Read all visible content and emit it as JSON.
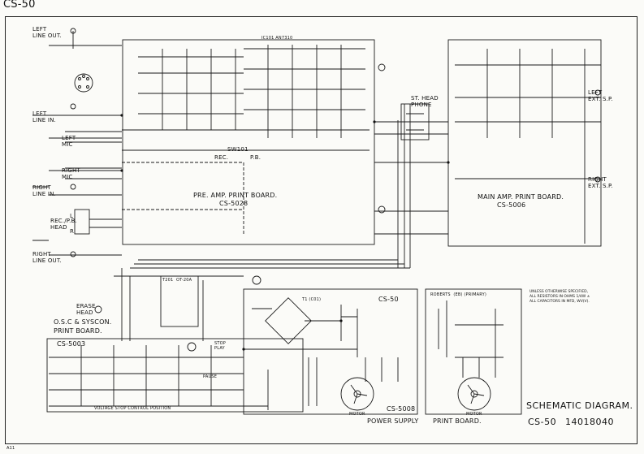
{
  "header": {
    "model_label": "CS-50"
  },
  "title_block": {
    "title": "SCHEMATIC DIAGRAM.",
    "model": "CS-50",
    "drawing_number": "14018040"
  },
  "boards": {
    "pre_amp": {
      "label": "PRE. AMP. PRINT BOARD.",
      "code": "CS-5028"
    },
    "main_amp": {
      "label": "MAIN AMP. PRINT BOARD.",
      "code": "CS-5006"
    },
    "osc_syscon": {
      "label": "O.S.C & SYSCON.",
      "label2": "PRINT BOARD.",
      "code": "CS-5003"
    },
    "power_supply": {
      "label": "POWER SUPPLY",
      "label2": "PRINT BOARD.",
      "code": "CS-5008",
      "tag": "CS-50"
    }
  },
  "connectors": {
    "left_line_out": "LEFT\nLINE OUT.",
    "left_line_in": "LEFT\nLINE IN.",
    "left_mic": "LEFT\nMIC",
    "right_mic": "RIGHT\nMIC",
    "right_line_in": "RIGHT\nLINE IN.",
    "rec_pb_head": "REC./P.B.\nHEAD",
    "right_line_out": "RIGHT\nLINE OUT.",
    "erase_head": "ERASE\nHEAD",
    "st_head_phone": "ST. HEAD\nPHONE",
    "left_ext_sp": "LEFT\nEXT. S.P.",
    "right_ext_sp": "RIGHT\nEXT. S.P.",
    "head_l": "L",
    "head_r": "R"
  },
  "switch_labels": {
    "sw101": "SW101",
    "rec": "REC.",
    "pb": "P.B.",
    "stop_play": "STOP\nPLAY",
    "pause": "PAUSE",
    "motor_left": "MOTOR",
    "motor_right": "MOTOR",
    "voltage_stop": "VOLTAGE STOP CONTROL POSITION"
  },
  "ic_label": "IC101 AN7310",
  "transformer_label": "T201  OT-20A",
  "power_transformer": "T1 (C01)",
  "roberts_label": "ROBERTS  (EB) (PRIMARY)",
  "notes": [
    "UNLESS OTHERWISE SPECIFIED,",
    "ALL RESISTORS IN OHMS 1/4W ±",
    "ALL CAPACITORS IN MFD, WV(V)."
  ],
  "corner_mark": "A11"
}
